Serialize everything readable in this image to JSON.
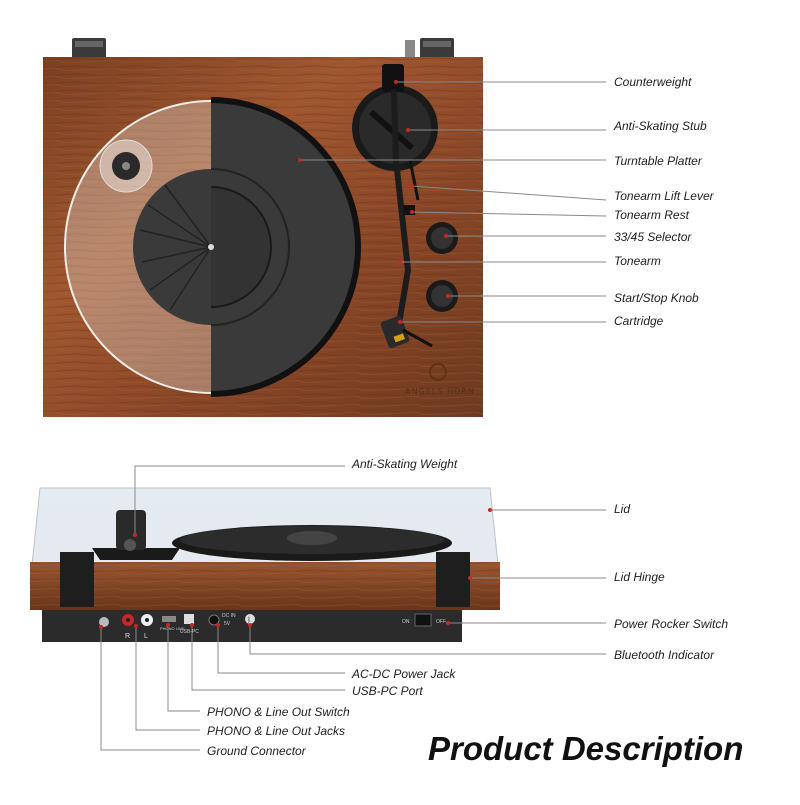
{
  "title": "Product Description",
  "brand": "ANGELS HORN",
  "labels": {
    "counterweight": "Counterweight",
    "anti_skating_stub": "Anti-Skating Stub",
    "turntable_platter": "Turntable Platter",
    "tonearm_lift_lever": "Tonearm Lift Lever",
    "tonearm_rest": "Tonearm Rest",
    "selector_3345": "33/45 Selector",
    "tonearm": "Tonearm",
    "start_stop_knob": "Start/Stop Knob",
    "cartridge": "Cartridge",
    "anti_skating_weight": "Anti-Skating Weight",
    "lid": "Lid",
    "lid_hinge": "Lid Hinge",
    "power_rocker_switch": "Power Rocker Switch",
    "bluetooth_indicator": "Bluetooth Indicator",
    "ac_dc_power_jack": "AC-DC Power Jack",
    "usb_pc_port": "USB-PC Port",
    "phono_line_out_switch": "PHONO & Line Out Switch",
    "phono_line_out_jacks": "PHONO & Line Out Jacks",
    "ground_connector": "Ground Connector"
  },
  "panel_text": {
    "r": "R",
    "l": "L",
    "phono_line": "PHONO LINE",
    "usb_pc": "USB-PC",
    "dc_in": "DC IN",
    "dc_v": "5V",
    "on": "ON",
    "off": "OFF"
  },
  "colors": {
    "wood": "#8a4a2a",
    "mat": "#2b2b2b",
    "leader_line": "#7a7a7a",
    "leader_dot": "#c62828"
  }
}
